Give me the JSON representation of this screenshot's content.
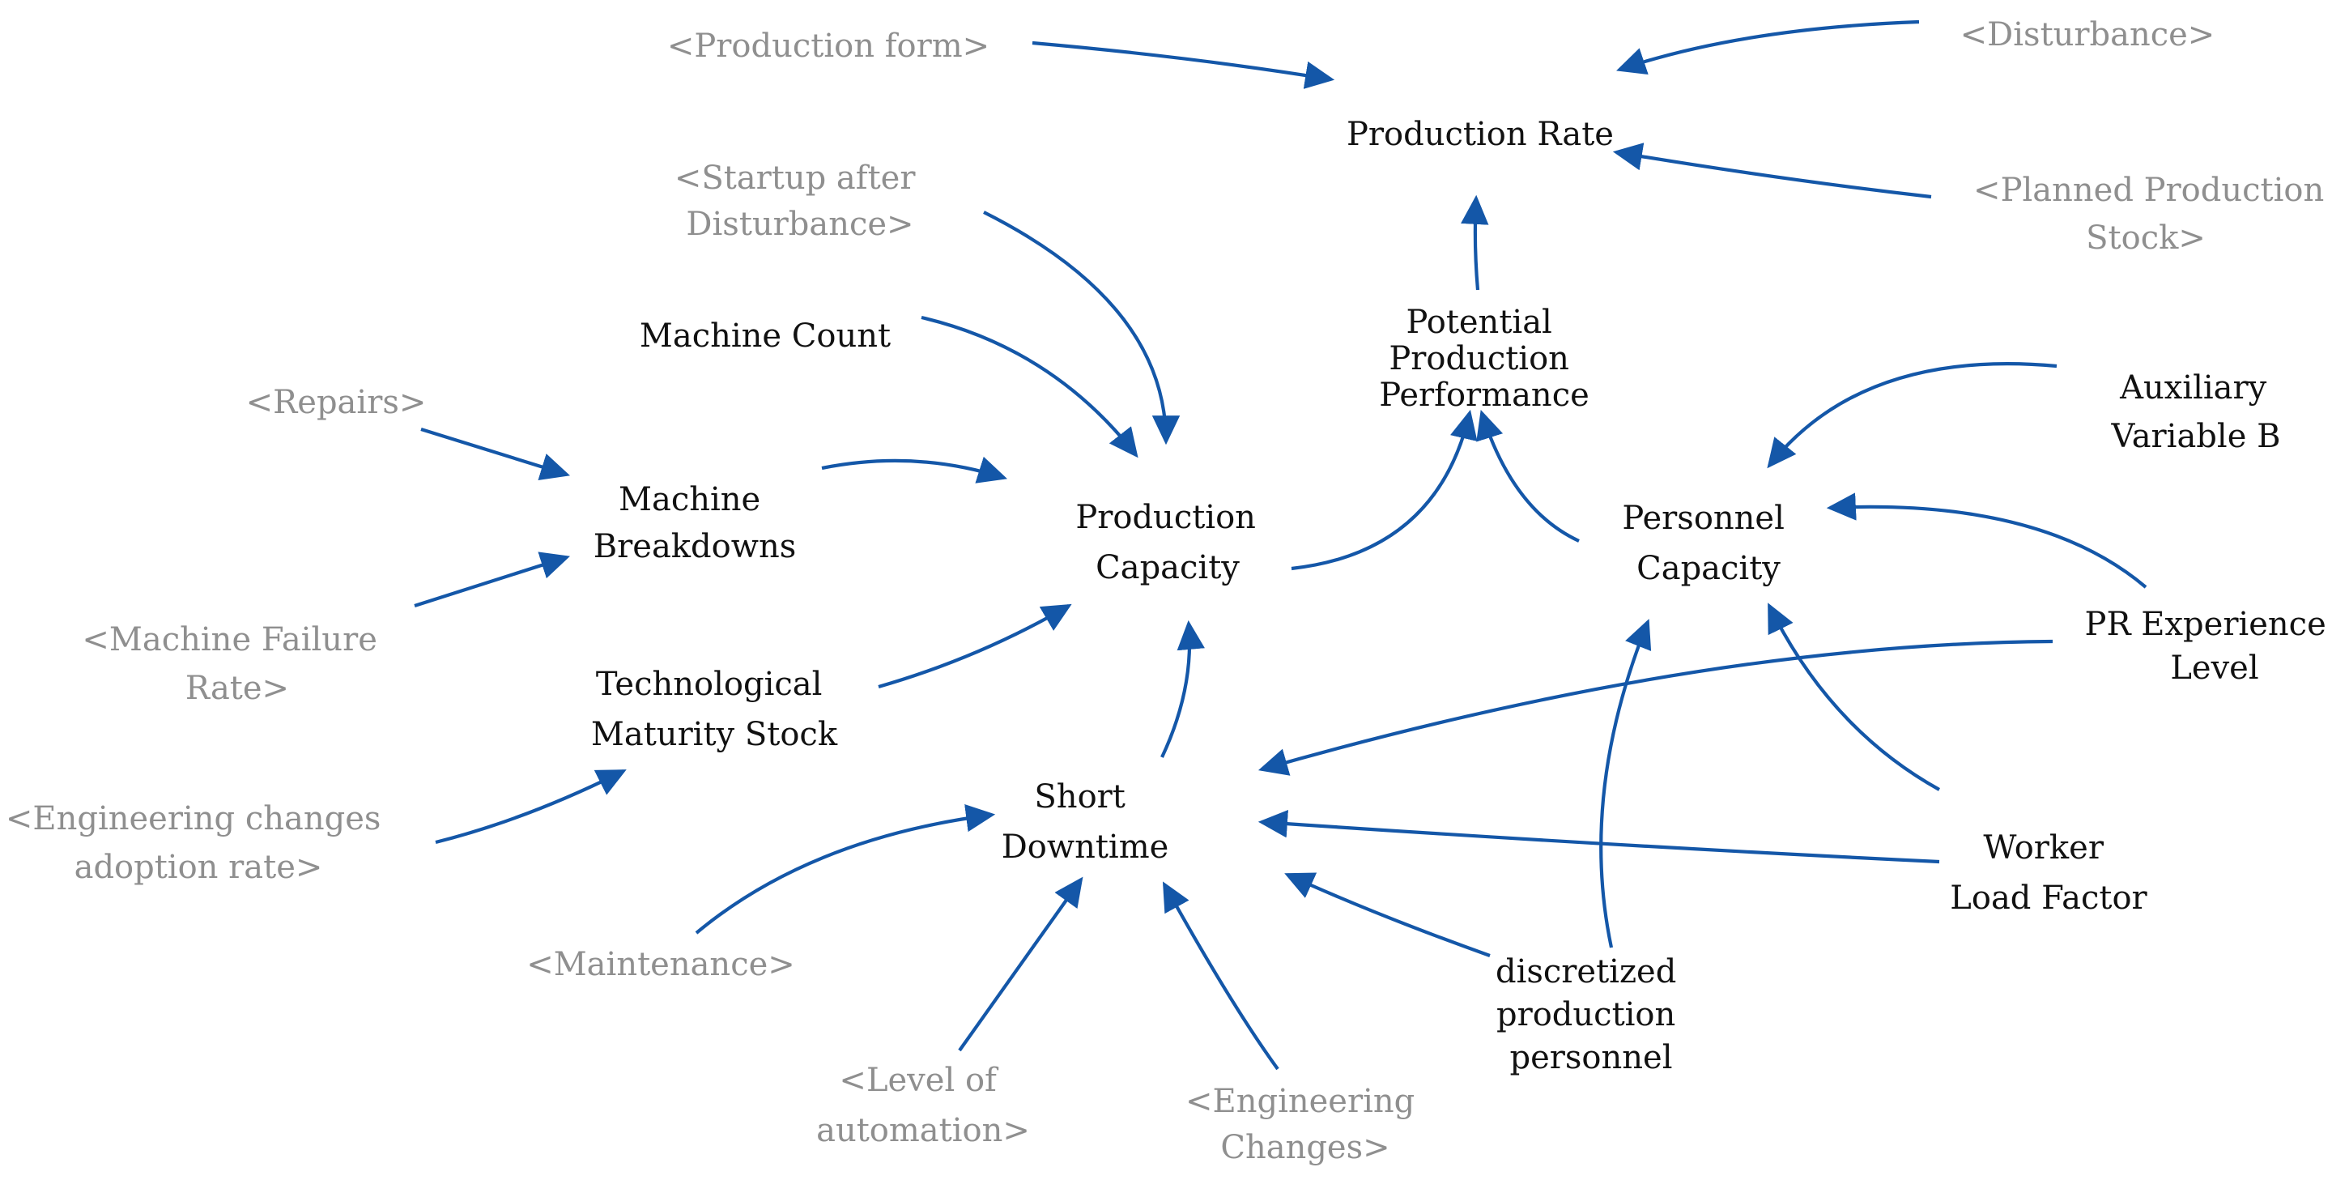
{
  "diagram": {
    "colors": {
      "arrow": "#1457A8",
      "variable_text": "#111111",
      "shadow_text": "#8f8f8f"
    },
    "nodes": {
      "production_form": "<Production form>",
      "disturbance": "<Disturbance>",
      "production_rate": "Production Rate",
      "planned_production_stock": [
        "<Planned Production",
        "Stock>"
      ],
      "startup_after_disturbance": [
        "<Startup after",
        "Disturbance>"
      ],
      "potential_production_performance": [
        "Potential",
        "Production",
        "Performance"
      ],
      "machine_count": "Machine Count",
      "auxiliary_variable_b": [
        "Auxiliary",
        "Variable B"
      ],
      "repairs": "<Repairs>",
      "machine_breakdowns": [
        "Machine",
        "Breakdowns"
      ],
      "production_capacity": [
        "Production",
        "Capacity"
      ],
      "personnel_capacity": [
        "Personnel",
        "Capacity"
      ],
      "pr_experience_level": [
        "PR Experience",
        "Level"
      ],
      "machine_failure_rate": [
        "<Machine Failure",
        "Rate>"
      ],
      "technological_maturity_stock": [
        "Technological",
        "Maturity Stock"
      ],
      "short_downtime": [
        "Short",
        "Downtime"
      ],
      "engineering_changes_adoption_rate": [
        "<Engineering changes",
        "adoption rate>"
      ],
      "worker_load_factor": [
        "Worker",
        "Load Factor"
      ],
      "maintenance": "<Maintenance>",
      "discretized_production_personnel": [
        "discretized",
        "production",
        "personnel"
      ],
      "level_of_automation": [
        "<Level of",
        "automation>"
      ],
      "engineering_changes": [
        "<Engineering",
        "Changes>"
      ]
    },
    "links": [
      {
        "from": "production_form",
        "to": "production_rate"
      },
      {
        "from": "disturbance",
        "to": "production_rate"
      },
      {
        "from": "planned_production_stock",
        "to": "production_rate"
      },
      {
        "from": "potential_production_performance",
        "to": "production_rate"
      },
      {
        "from": "production_capacity",
        "to": "potential_production_performance"
      },
      {
        "from": "personnel_capacity",
        "to": "potential_production_performance"
      },
      {
        "from": "startup_after_disturbance",
        "to": "production_capacity"
      },
      {
        "from": "machine_count",
        "to": "production_capacity"
      },
      {
        "from": "machine_breakdowns",
        "to": "production_capacity"
      },
      {
        "from": "technological_maturity_stock",
        "to": "production_capacity"
      },
      {
        "from": "short_downtime",
        "to": "production_capacity"
      },
      {
        "from": "repairs",
        "to": "machine_breakdowns"
      },
      {
        "from": "machine_failure_rate",
        "to": "machine_breakdowns"
      },
      {
        "from": "engineering_changes_adoption_rate",
        "to": "technological_maturity_stock"
      },
      {
        "from": "auxiliary_variable_b",
        "to": "personnel_capacity"
      },
      {
        "from": "pr_experience_level",
        "to": "personnel_capacity"
      },
      {
        "from": "worker_load_factor",
        "to": "personnel_capacity"
      },
      {
        "from": "discretized_production_personnel",
        "to": "personnel_capacity"
      },
      {
        "from": "pr_experience_level",
        "to": "short_downtime"
      },
      {
        "from": "worker_load_factor",
        "to": "short_downtime"
      },
      {
        "from": "discretized_production_personnel",
        "to": "short_downtime"
      },
      {
        "from": "maintenance",
        "to": "short_downtime"
      },
      {
        "from": "level_of_automation",
        "to": "short_downtime"
      },
      {
        "from": "engineering_changes",
        "to": "short_downtime"
      }
    ]
  }
}
